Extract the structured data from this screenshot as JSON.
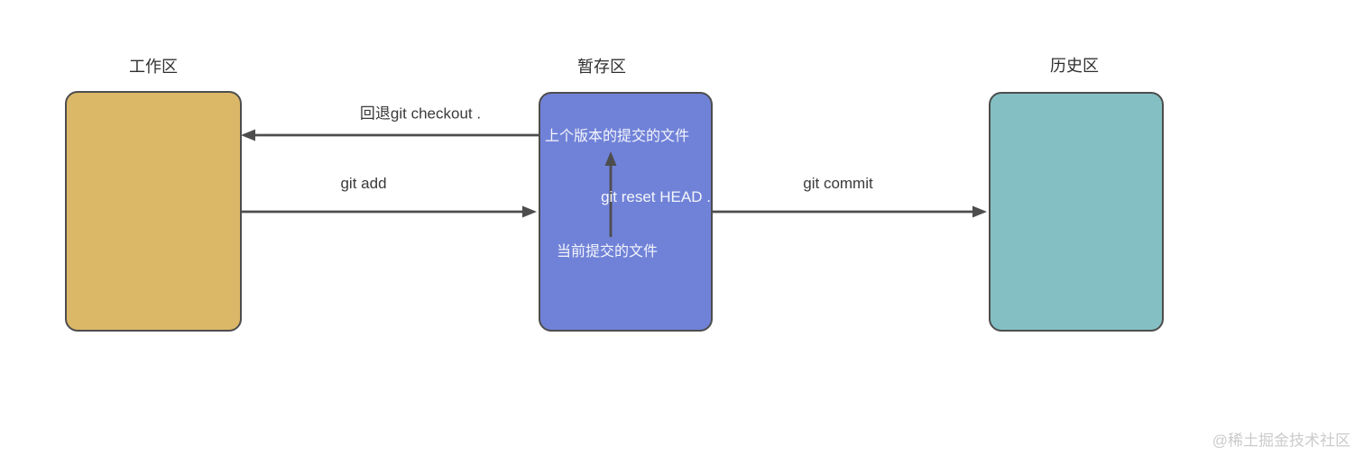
{
  "diagram": {
    "regions": {
      "working": {
        "title": "工作区"
      },
      "staging": {
        "title": "暂存区",
        "top_text": "上个版本的提交的文件",
        "bottom_text": "当前提交的文件"
      },
      "history": {
        "title": "历史区"
      }
    },
    "arrows": {
      "checkout": {
        "label": "回退git checkout .",
        "direction": "left",
        "from": "staging",
        "to": "working"
      },
      "add": {
        "label": "git add",
        "direction": "right",
        "from": "working",
        "to": "staging"
      },
      "commit": {
        "label": "git commit",
        "direction": "right",
        "from": "staging",
        "to": "history"
      },
      "reset": {
        "label": "git reset HEAD .",
        "direction": "up",
        "from": "staging-bottom",
        "to": "staging-top"
      }
    },
    "colors": {
      "working_box": "#dab868",
      "staging_box": "#7082d8",
      "history_box": "#84c0c3",
      "box_border": "#4d4d4d",
      "arrow": "#4d4d4d",
      "label_text": "#3a3a3a",
      "box_text": "#ffffff",
      "watermark": "#cbcbcb"
    },
    "watermark": "@稀土掘金技术社区"
  }
}
